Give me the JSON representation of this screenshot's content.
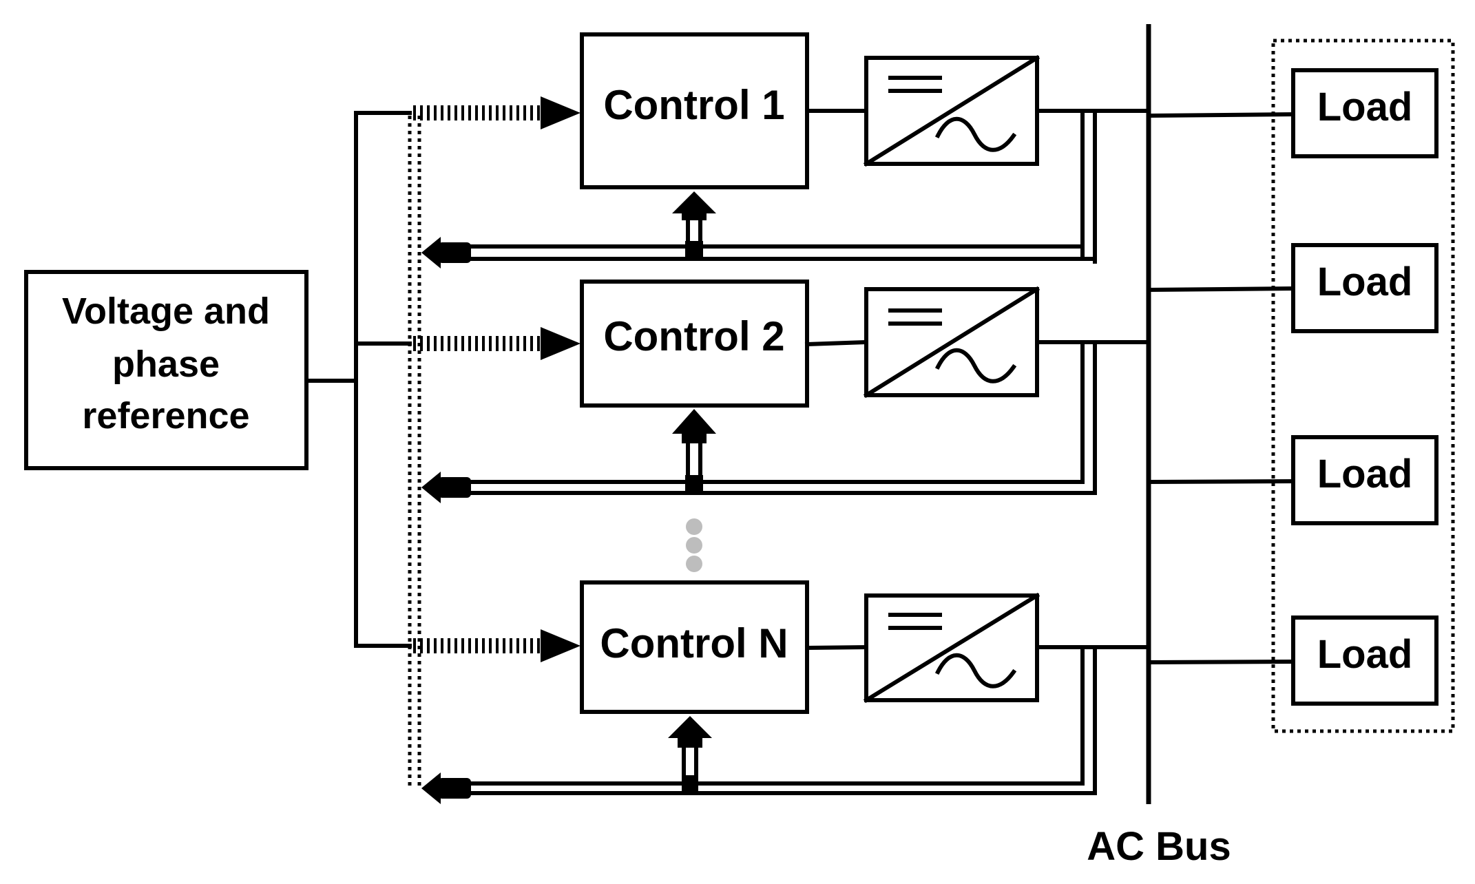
{
  "reference": {
    "line1": "Voltage and",
    "line2": "phase",
    "line3": "reference"
  },
  "controls": [
    {
      "label": "Control 1"
    },
    {
      "label": "Control 2"
    },
    {
      "label": "Control N"
    }
  ],
  "bus": {
    "label": "AC Bus"
  },
  "loads": [
    {
      "label": "Load"
    },
    {
      "label": "Load"
    },
    {
      "label": "Load"
    },
    {
      "label": "Load"
    }
  ],
  "colors": {
    "line": "#000000",
    "ellipsis": "#bdbdbd",
    "background": "#ffffff"
  }
}
